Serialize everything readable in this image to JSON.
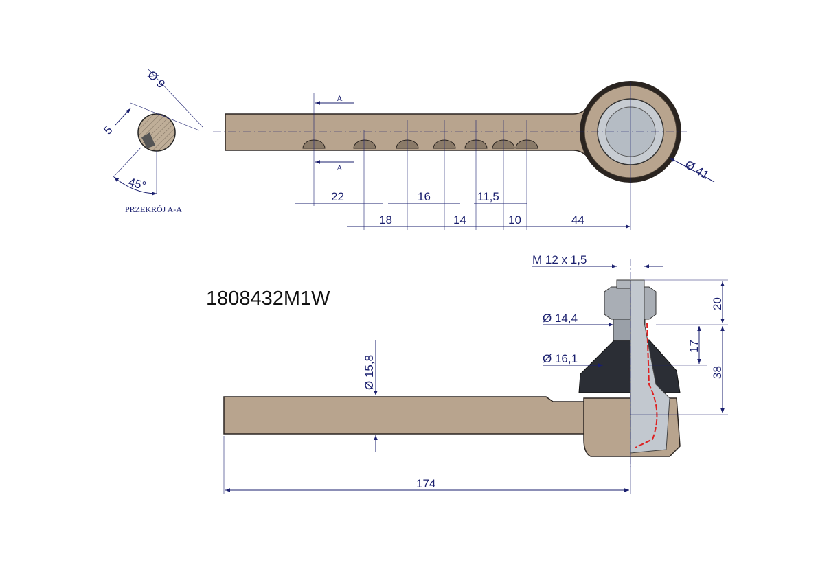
{
  "part_number": "1808432M1W",
  "section": {
    "title": "PRZEKRÓJ A-A",
    "diameter": "Ø 9",
    "width": "5",
    "angle": "45°",
    "cut_label": "A"
  },
  "top_view": {
    "eye_diameter": "Ø 41",
    "spacing_row1": [
      "22",
      "16",
      "11,5"
    ],
    "spacing_row2": [
      "18",
      "14",
      "10",
      "44"
    ]
  },
  "side_view": {
    "thread": "M 12  x 1,5",
    "stud_diameter_1": "Ø 14,4",
    "stud_diameter_2": "Ø 16,1",
    "rod_diameter": "Ø 15,8",
    "height_20": "20",
    "height_17": "17",
    "height_38": "38",
    "length": "174"
  },
  "colors": {
    "dimension": "#1a1f6e",
    "rod": "#b8a48e",
    "boot": "#2b2e35"
  }
}
